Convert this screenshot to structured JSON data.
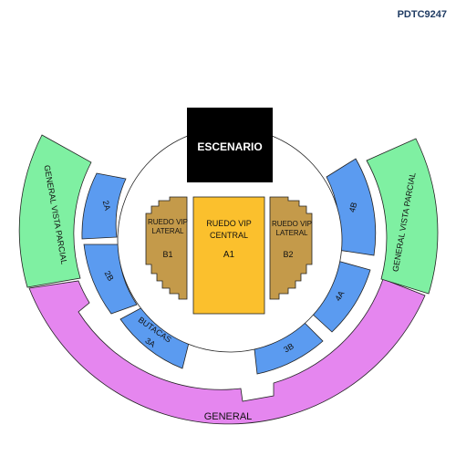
{
  "map_code": "PDTC9247",
  "stage": {
    "label": "ESCENARIO"
  },
  "sections": {
    "ruedo_vip_central": {
      "name": "RUEDO VIP CENTRAL",
      "line1": "RUEDO VIP",
      "line2": "CENTRAL",
      "code": "A1"
    },
    "ruedo_vip_lateral_left": {
      "name": "RUEDO VIP LATERAL",
      "line1": "RUEDO VIP",
      "line2": "LATERAL",
      "code": "B1"
    },
    "ruedo_vip_lateral_right": {
      "name": "RUEDO VIP LATERAL",
      "line1": "RUEDO VIP",
      "line2": "LATERAL",
      "code": "B2"
    },
    "s2a": {
      "label": "2A"
    },
    "s2b": {
      "label": "2B"
    },
    "butacas_3a": {
      "line1": "BUTACAS",
      "line2": "3A"
    },
    "s3b": {
      "label": "3B"
    },
    "s4a": {
      "label": "4A"
    },
    "s4b": {
      "label": "4B"
    },
    "general": {
      "label": "GENERAL"
    },
    "gvp_left": {
      "label": "GENERAL VISTA PARCIAL"
    },
    "gvp_right": {
      "label": "GENERAL VISTA PARCIAL"
    }
  },
  "colors": {
    "stage": "#000000",
    "vip_central": "#fbc02d",
    "vip_lateral": "#c49a4a",
    "blue_sections": "#5b9bf0",
    "general": "#e586ef",
    "vista_parcial": "#7ff0a2"
  }
}
